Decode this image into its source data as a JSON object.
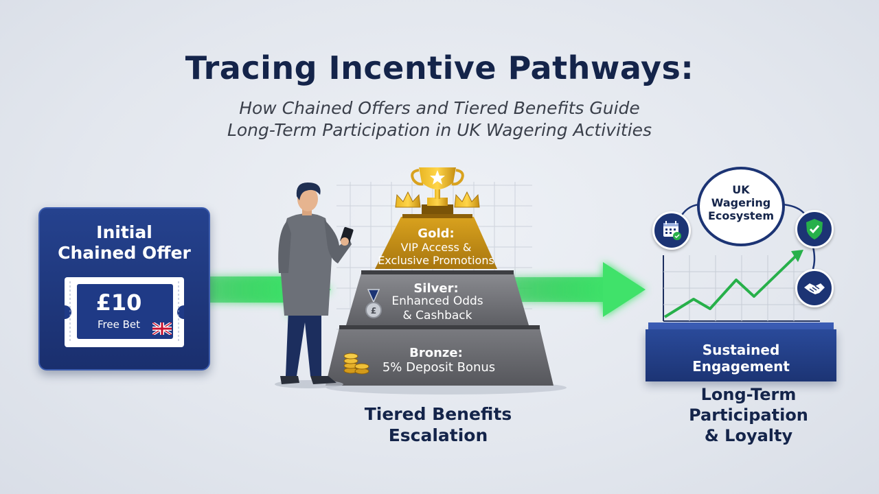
{
  "title": "Tracing Incentive Pathways:",
  "subtitle_line1": "How Chained Offers and Tiered Benefits Guide",
  "subtitle_line2": "Long-Term Participation in UK Wagering Activities",
  "offer": {
    "title_line1": "Initial",
    "title_line2": "Chained Offer",
    "amount": "£10",
    "label": "Free Bet"
  },
  "tiers": {
    "gold": {
      "name": "Gold:",
      "desc_line1": "VIP Access &",
      "desc_line2": "Exclusive Promotions"
    },
    "silver": {
      "name": "Silver:",
      "desc_line1": "Enhanced Odds",
      "desc_line2": "& Cashback"
    },
    "bronze": {
      "name": "Bronze:",
      "desc_line1": "5% Deposit Bonus"
    }
  },
  "pyramid_caption_line1": "Tiered Benefits",
  "pyramid_caption_line2": "Escalation",
  "ecosystem": {
    "line1": "UK",
    "line2": "Wagering",
    "line3": "Ecosystem"
  },
  "engagement": {
    "line1": "Sustained",
    "line2": "Engagement"
  },
  "loyalty_line1": "Long-Term",
  "loyalty_line2": "Participation",
  "loyalty_line3": "& Loyalty",
  "colors": {
    "navy": "#1c3474",
    "arrow_green": "#35d65a",
    "gold": "#b8860b",
    "silver": "#6f6f73",
    "bronze": "#5f6064"
  },
  "icons": [
    "ticket-icon",
    "uk-flag-icon",
    "person-icon",
    "trophy-icon",
    "crown-icon",
    "medal-icon",
    "coins-icon",
    "calendar-icon",
    "shield-check-icon",
    "handshake-icon",
    "growth-chart-icon"
  ]
}
